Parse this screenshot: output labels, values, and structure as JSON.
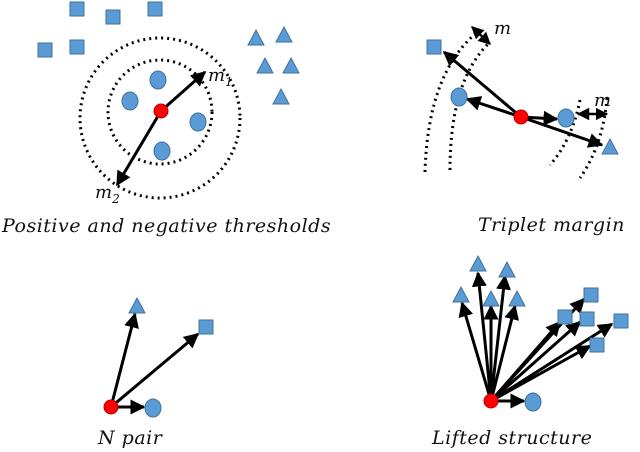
{
  "colors": {
    "anchor": "#ff0000",
    "anchor_stroke": "#c00000",
    "sample_fill": "#5b9bd5",
    "sample_stroke": "#41719c",
    "arrow": "#000000"
  },
  "panels": {
    "thresholds": {
      "caption": "Positive and negative thresholds",
      "label_m1_base": "m",
      "label_m1_sub": "1",
      "label_m2_base": "m",
      "label_m2_sub": "2"
    },
    "triplet": {
      "caption": "Triplet margin",
      "label_m_top": "m",
      "label_m_right": "m"
    },
    "npair": {
      "caption": "N pair"
    },
    "lifted": {
      "caption": "Lifted structure"
    }
  },
  "legend_shapes": {
    "anchor": "red-circle",
    "positive": "blue-circle",
    "negative_class_a": "blue-square",
    "negative_class_b": "blue-triangle"
  }
}
